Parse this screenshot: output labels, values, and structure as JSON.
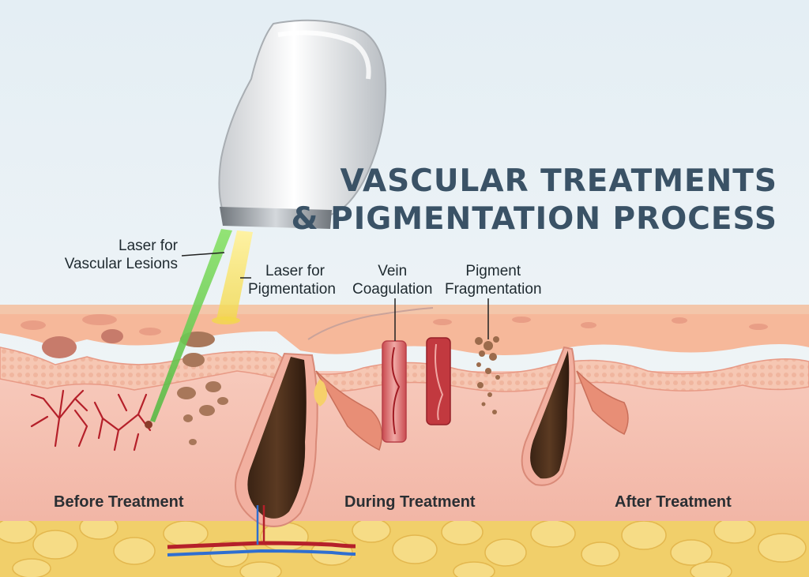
{
  "title": {
    "line1": "VASCULAR TREATMENTS",
    "line2": "& PIGMENTATION PROCESS"
  },
  "callouts": {
    "vascular_laser": [
      "Laser for",
      "Vascular Lesions"
    ],
    "pigment_laser": [
      "Laser for",
      "Pigmentation"
    ],
    "vein_coagulation": [
      "Vein",
      "Coagulation"
    ],
    "pigment_fragmentation": [
      "Pigment",
      "Fragmentation"
    ]
  },
  "stages": {
    "before": "Before Treatment",
    "during": "During Treatment",
    "after": "After Treatment"
  },
  "colors": {
    "title": "#3a5266",
    "vascular_laser": "#5bc24a",
    "pigment_laser": "#f2d84a",
    "vein": "#b5202a",
    "skin": "#f3b9a6",
    "fat": "#f1cf6a"
  }
}
